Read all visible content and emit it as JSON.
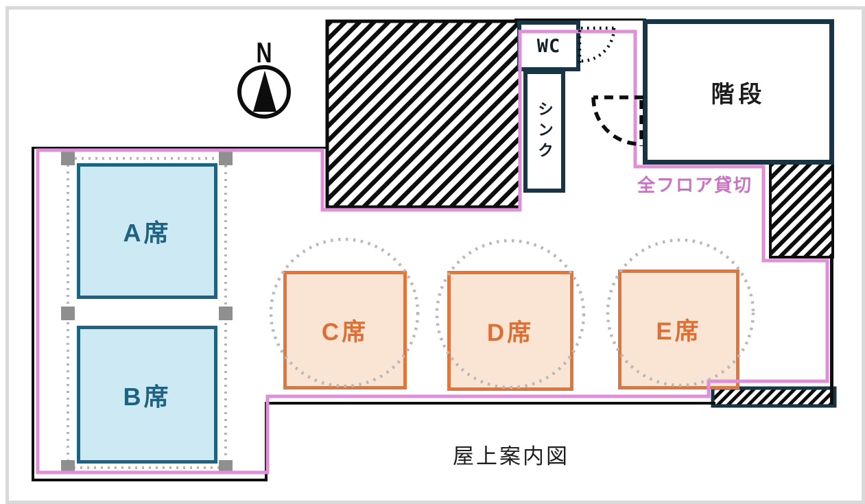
{
  "title": "屋上案内図",
  "reservation_note": "全フロア貸切",
  "compass": {
    "label": "N"
  },
  "rooms": {
    "stairs": {
      "label": "階段"
    },
    "wc": {
      "label": "WC"
    },
    "sink": {
      "label": "シンク"
    }
  },
  "seats": [
    {
      "id": "A",
      "label": "A席",
      "group": "blue"
    },
    {
      "id": "B",
      "label": "B席",
      "group": "blue"
    },
    {
      "id": "C",
      "label": "C席",
      "group": "orange"
    },
    {
      "id": "D",
      "label": "D席",
      "group": "orange"
    },
    {
      "id": "E",
      "label": "E席",
      "group": "orange"
    }
  ],
  "colors": {
    "seat_blue_border": "#1e6381",
    "seat_blue_fill": "#cde9f4",
    "seat_orange_border": "#e0763c",
    "seat_orange_fill": "#fae5d4",
    "wall_navy": "#173544",
    "wall_black": "#0e0e0e",
    "boundary_pink": "#de8fd7",
    "note_pink": "#c873c2",
    "dotted_gray": "#b5b5b5",
    "post_gray": "#8f8f8f",
    "frame_gray": "#d9d9d9"
  }
}
